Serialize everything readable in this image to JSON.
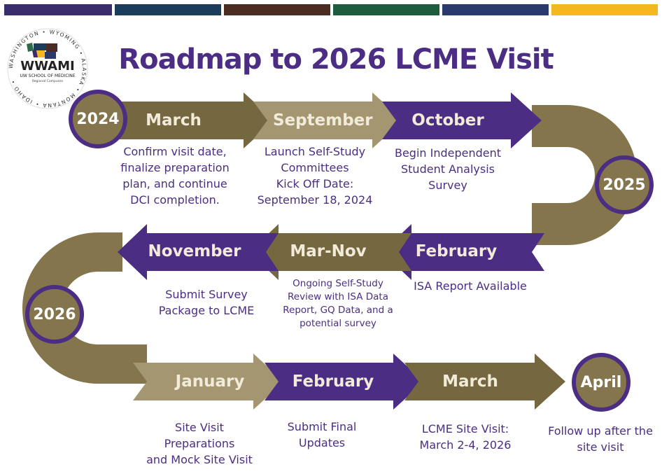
{
  "colors": {
    "purple": "#4b2e83",
    "gold": "#85754d",
    "gold_light": "#a39670",
    "gold_dark": "#756841",
    "top_bar": [
      "#3a2d6c",
      "#1c3c5c",
      "#4a2c22",
      "#1e5a3e",
      "#2b3a6e",
      "#f4b81f"
    ]
  },
  "logo": {
    "wordmark": "WWAMI",
    "subtitle": "UW SCHOOL OF MEDICINE",
    "tagline": "Regional Campuses",
    "ring_text": "WASHINGTON • WYOMING • ALASKA • MONTANA • IDAHO •"
  },
  "title": "Roadmap to 2026 LCME Visit",
  "years": [
    "2024",
    "2025",
    "2026",
    "April"
  ],
  "months": [
    "March",
    "September",
    "October",
    "February",
    "Mar-Nov",
    "November",
    "January",
    "February",
    "March"
  ],
  "descriptions": [
    "Confirm visit date,\nfinalize preparation\nplan, and continue\nDCI completion.",
    "Launch Self-Study\nCommittees\nKick Off Date:\nSeptember 18, 2024",
    "Begin Independent\nStudent Analysis\nSurvey",
    "ISA Report Available",
    "Ongoing Self-Study\nReview with ISA Data\nReport, GQ Data, and a\npotential survey",
    "Submit Survey\nPackage to LCME",
    "Site Visit\nPreparations\nand Mock Site Visit",
    "Submit Final\nUpdates",
    "LCME Site Visit:\nMarch 2-4, 2026",
    "Follow up after the\nsite visit"
  ]
}
